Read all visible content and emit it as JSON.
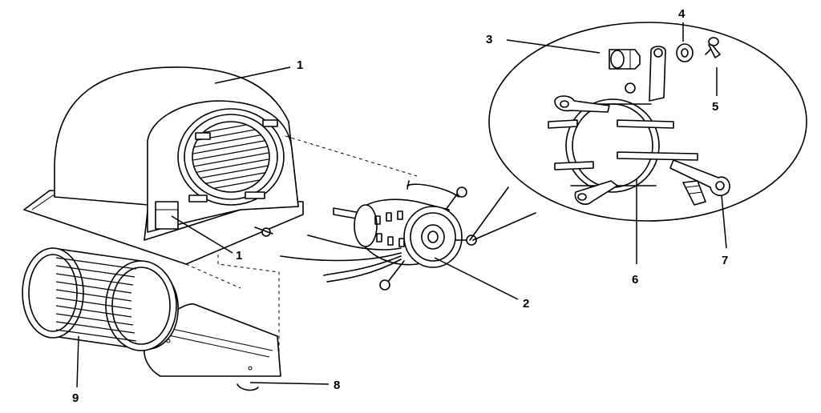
{
  "callouts": [
    {
      "id": "1a",
      "label": "1",
      "part": "blower-housing"
    },
    {
      "id": "1b",
      "label": "1",
      "part": "blower-housing-bracket"
    },
    {
      "id": "2",
      "label": "2",
      "part": "blower-motor"
    },
    {
      "id": "3",
      "label": "3",
      "part": "grommet"
    },
    {
      "id": "4",
      "label": "4",
      "part": "washer"
    },
    {
      "id": "5",
      "label": "5",
      "part": "clip"
    },
    {
      "id": "6",
      "label": "6",
      "part": "motor-band"
    },
    {
      "id": "7",
      "label": "7",
      "part": "motor-mount-arm"
    },
    {
      "id": "8",
      "label": "8",
      "part": "cutoff-plate"
    },
    {
      "id": "9",
      "label": "9",
      "part": "blower-wheel"
    }
  ]
}
